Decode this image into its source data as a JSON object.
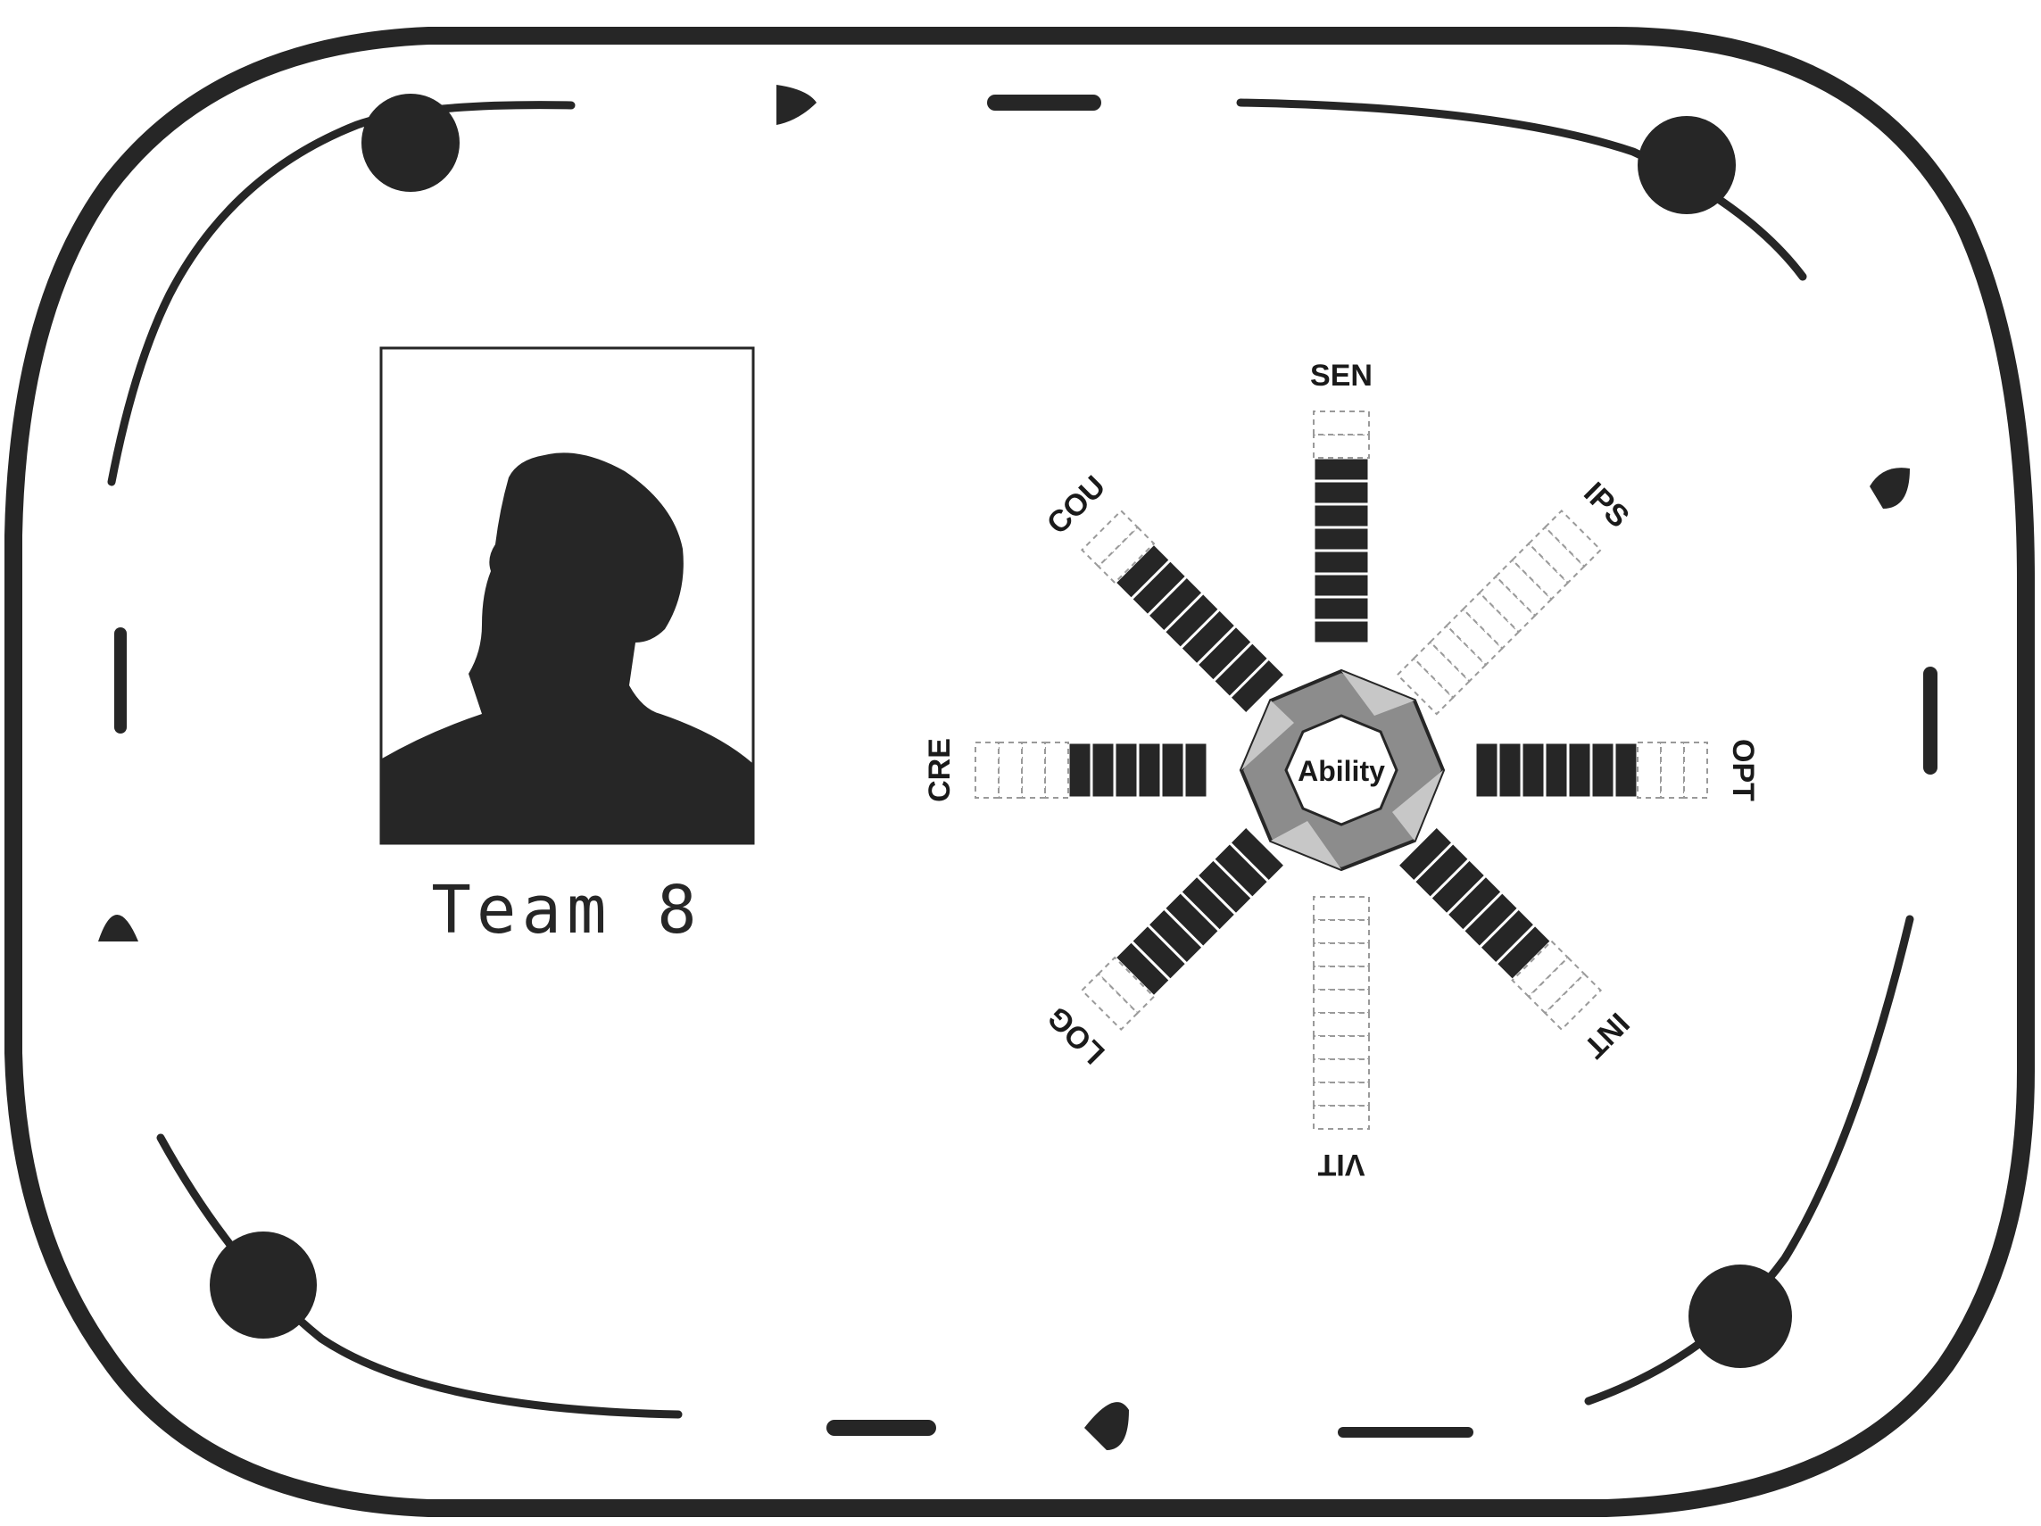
{
  "profile": {
    "team_name": "Team 8"
  },
  "ability_chart": {
    "center_label": "Ability",
    "max_level": 10,
    "axes": [
      {
        "key": "SEN",
        "label": "SEN",
        "level": 8
      },
      {
        "key": "IPS",
        "label": "IPS",
        "level": 0
      },
      {
        "key": "OPT",
        "label": "OPT",
        "level": 7
      },
      {
        "key": "INT",
        "label": "INT",
        "level": 7
      },
      {
        "key": "VIT",
        "label": "VIT",
        "level": 0
      },
      {
        "key": "LOG",
        "label": "LOG",
        "level": 8
      },
      {
        "key": "CRE",
        "label": "CRE",
        "level": 6
      },
      {
        "key": "COU",
        "label": "COU",
        "level": 8
      }
    ]
  },
  "colors": {
    "ink": "#262626",
    "hexagon_facet": "#8c8c8c",
    "empty_segment": "#9a9a9a",
    "background": "#ffffff"
  },
  "icons": {
    "portrait": "person-silhouette-icon",
    "frame": "decorative-border"
  }
}
